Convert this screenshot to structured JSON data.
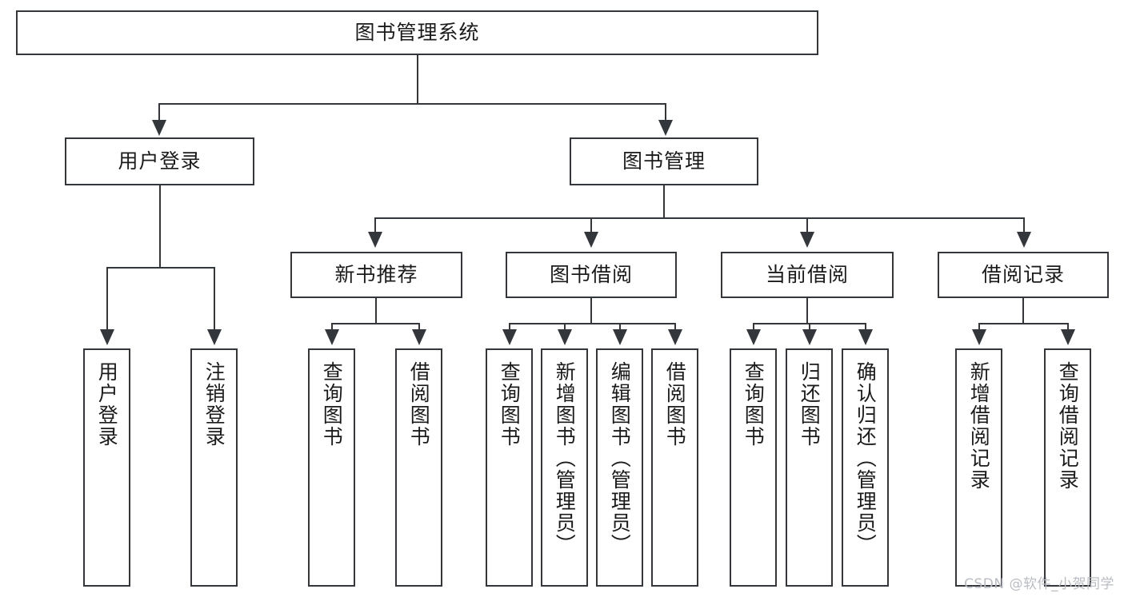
{
  "diagram": {
    "type": "tree",
    "title": "图书管理系统",
    "root": {
      "id": "root",
      "label": "图书管理系统"
    },
    "level2": [
      {
        "id": "user-login",
        "label": "用户登录"
      },
      {
        "id": "book-manage",
        "label": "图书管理"
      }
    ],
    "level3": [
      {
        "id": "new-book-recommend",
        "label": "新书推荐",
        "parent": "book-manage"
      },
      {
        "id": "book-borrow",
        "label": "图书借阅",
        "parent": "book-manage"
      },
      {
        "id": "current-borrow",
        "label": "当前借阅",
        "parent": "book-manage"
      },
      {
        "id": "borrow-record",
        "label": "借阅记录",
        "parent": "book-manage"
      }
    ],
    "leaves": {
      "user-login": [
        {
          "id": "leaf-user-login",
          "label": "用户登录"
        },
        {
          "id": "leaf-user-logout",
          "label": "注销登录"
        }
      ],
      "new-book-recommend": [
        {
          "id": "leaf-query-book-1",
          "label": "查询图书"
        },
        {
          "id": "leaf-borrow-book-1",
          "label": "借阅图书"
        }
      ],
      "book-borrow": [
        {
          "id": "leaf-query-book-2",
          "label": "查询图书"
        },
        {
          "id": "leaf-add-book",
          "label": "新增图书（管理员）"
        },
        {
          "id": "leaf-edit-book",
          "label": "编辑图书（管理员）"
        },
        {
          "id": "leaf-borrow-book-2",
          "label": "借阅图书"
        }
      ],
      "current-borrow": [
        {
          "id": "leaf-query-book-3",
          "label": "查询图书"
        },
        {
          "id": "leaf-return-book",
          "label": "归还图书"
        },
        {
          "id": "leaf-confirm-return",
          "label": "确认归还（管理员）"
        }
      ],
      "borrow-record": [
        {
          "id": "leaf-add-record",
          "label": "新增借阅记录"
        },
        {
          "id": "leaf-query-record",
          "label": "查询借阅记录"
        }
      ]
    }
  },
  "watermark": {
    "text": "CSDN @软件_小贺同学"
  },
  "colors": {
    "stroke": "#33363b",
    "text": "#1b1b1b",
    "background": "#ffffff",
    "watermark": "#b9bcc2"
  }
}
